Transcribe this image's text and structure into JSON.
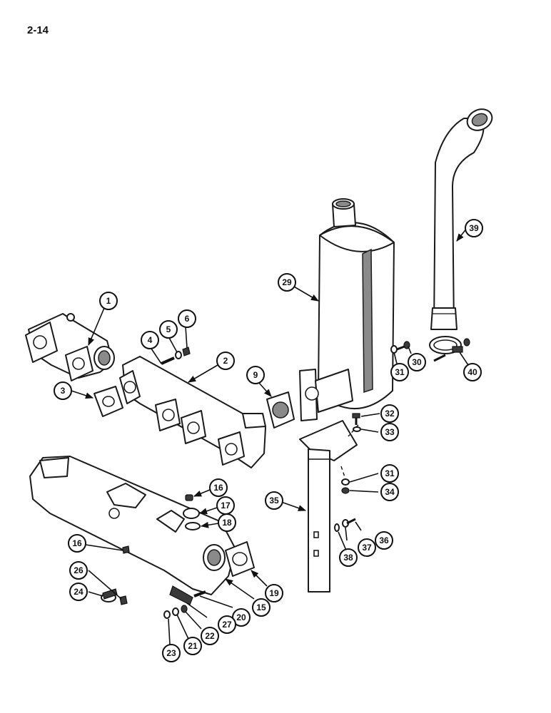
{
  "page": {
    "number": "2-14"
  },
  "callouts": [
    "1",
    "2",
    "3",
    "4",
    "5",
    "6",
    "9",
    "15",
    "16",
    "16",
    "17",
    "18",
    "19",
    "20",
    "21",
    "22",
    "23",
    "24",
    "26",
    "27",
    "29",
    "30",
    "31",
    "31",
    "32",
    "33",
    "34",
    "35",
    "36",
    "37",
    "38",
    "39",
    "40"
  ]
}
